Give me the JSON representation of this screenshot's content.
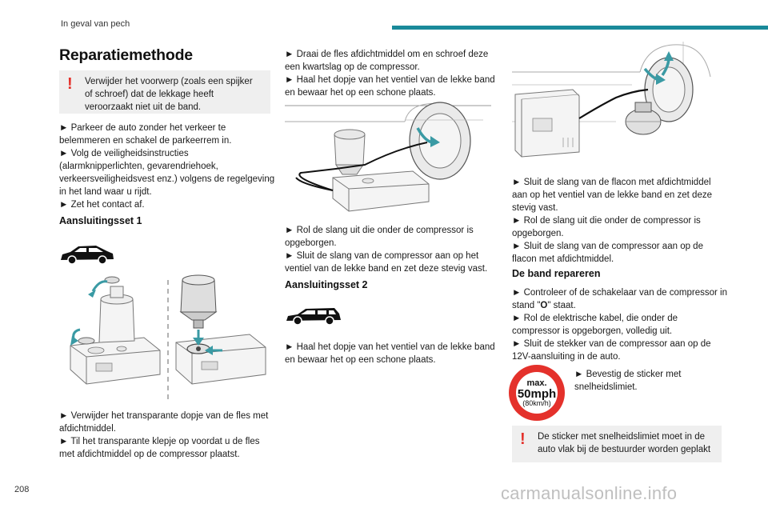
{
  "header": {
    "title": "In geval van pech",
    "accent_color": "#1a8a9a"
  },
  "page_number": "208",
  "watermark": "carmanualsonline.info",
  "section_title": "Reparatiemethode",
  "warning_1": {
    "icon": "exclamation-icon",
    "icon_color": "#e4312b",
    "text": "Verwijder het voorwerp (zoals een spijker of schroef) dat de lekkage heeft veroorzaakt niet uit de band."
  },
  "col1": {
    "step_1": "► Parkeer de auto zonder het verkeer te belemmeren en schakel de parkeerrem in.",
    "step_2": "► Volg de veiligheidsinstructies (alarmknipperlichten, gevarendriehoek, verkeersveiligheidsvest enz.) volgens de regelgeving in het land waar u rijdt.",
    "step_3": "► Zet het contact af.",
    "subhead": "Aansluitingsset 1",
    "step_4": "► Verwijder het transparante dopje van de fles met afdichtmiddel.",
    "step_5": "► Til het transparante klepje op voordat u de fles met afdichtmiddel op de compressor plaatst."
  },
  "col2": {
    "step_1": "► Draai de fles afdichtmiddel om en schroef deze een kwartslag op de compressor.",
    "step_2": "► Haal het dopje van het ventiel van de lekke band en bewaar het op een schone plaats.",
    "step_3": "► Rol de slang uit die onder de compressor is opgeborgen.",
    "step_4": "► Sluit de slang van de compressor aan op het ventiel van de lekke band en zet deze stevig vast.",
    "subhead": "Aansluitingsset 2",
    "step_5": "► Haal het dopje van het ventiel van de lekke band en bewaar het op een schone plaats."
  },
  "col3": {
    "step_1": "► Sluit de slang van de flacon met afdichtmiddel aan op het ventiel van de lekke band en zet deze stevig vast.",
    "step_2": "► Rol de slang uit die onder de compressor is opgeborgen.",
    "step_3": "► Sluit de slang van de compressor aan op de flacon met afdichtmiddel.",
    "subhead": "De band repareren",
    "step_4_pre": "► Controleer of de schakelaar van de compressor in stand \"",
    "step_4_bold": "O",
    "step_4_post": "\" staat.",
    "step_5": "► Rol de elektrische kabel, die onder de compressor is opgeborgen, volledig uit.",
    "step_6": "► Sluit de stekker van de compressor aan op de 12V-aansluiting in de auto.",
    "sticker_text": "► Bevestig de sticker met snelheidslimiet.",
    "sign": {
      "max": "max.",
      "speed": "50mph",
      "kmh": "(80km/h)",
      "ring_color": "#e4312b"
    },
    "warning_2": {
      "icon": "exclamation-icon",
      "text": "De sticker met snelheidslimiet moet in de auto vlak bij de bestuurder worden geplakt"
    }
  }
}
